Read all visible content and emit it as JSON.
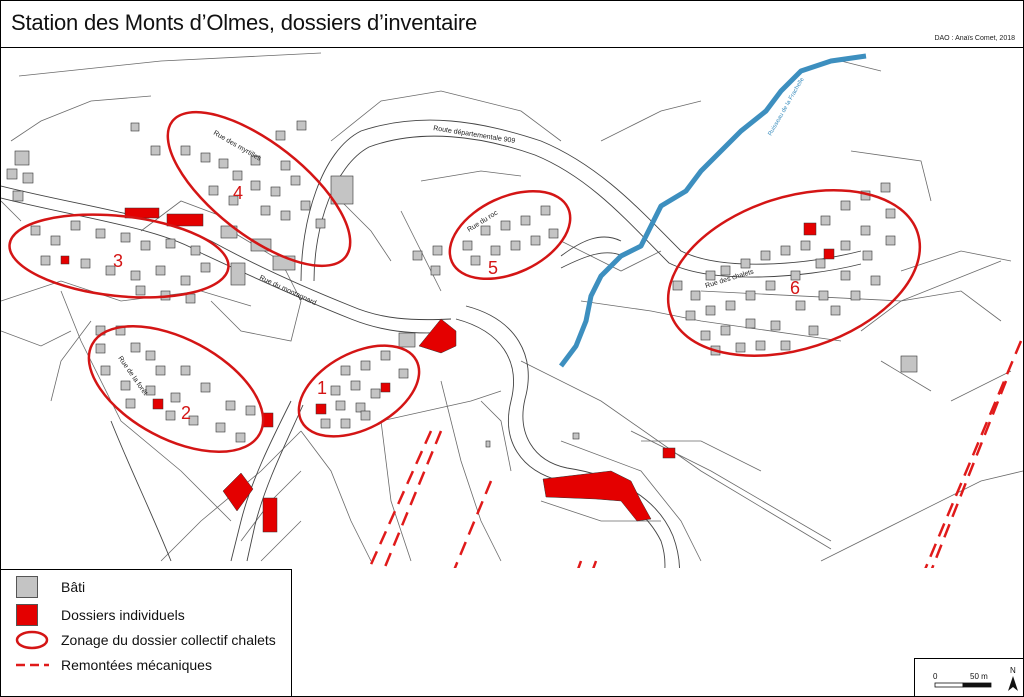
{
  "header": {
    "title": "Station des Monts d’Olmes, dossiers d’inventaire",
    "credit": "DAO : Anaïs Comet, 2018"
  },
  "map": {
    "road_labels": {
      "rd909": "Route départementale 909",
      "myrtilles": "Rue des myrtilles",
      "roc": "Rue du roc",
      "chalets": "Rue des chalets",
      "montagnard": "Rue du montagnard",
      "foret": "Rue de la forêt"
    },
    "stream_label": "Ruisseau de la Frachelle",
    "zones": [
      "1",
      "2",
      "3",
      "4",
      "5",
      "6"
    ],
    "colors": {
      "building": "#c4c4c4",
      "individual": "#e40000",
      "zone_outline": "#d41515",
      "stream": "#3d8fbf",
      "lift": "#e01a1a"
    }
  },
  "legend": {
    "items": [
      {
        "label": "Bâti",
        "symbol": "grey-square"
      },
      {
        "label": "Dossiers individuels",
        "symbol": "red-square"
      },
      {
        "label": "Zonage du dossier collectif chalets",
        "symbol": "red-ellipse"
      },
      {
        "label": "Remontées mécaniques",
        "symbol": "red-dashed-line"
      }
    ]
  },
  "scale": {
    "zero": "0",
    "distance": "50 m",
    "north": "N"
  }
}
